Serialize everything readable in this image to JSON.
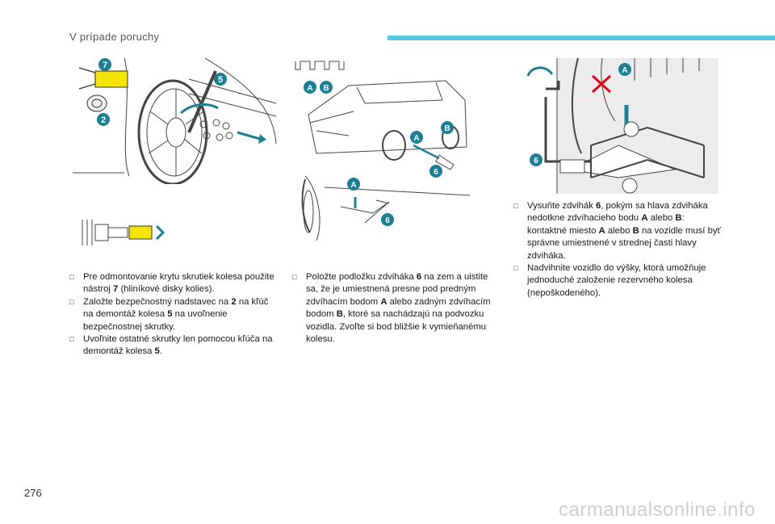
{
  "header": {
    "section_title": "V prípade poruchy",
    "accent_color": "#5bc6e0"
  },
  "page": {
    "number": "276"
  },
  "watermark": "carmanualsonline.info",
  "callouts": {
    "seven": "7",
    "five": "5",
    "two": "2",
    "six": "6",
    "a": "A",
    "b": "B"
  },
  "callout_color": "#1e7f94",
  "columns": [
    {
      "items": [
        [
          {
            "t": "Pre odmontovanie krytu skrutiek kolesa použite nástroj "
          },
          {
            "t": "7",
            "b": true
          },
          {
            "t": " (hliníkové disky kolies)."
          }
        ],
        [
          {
            "t": "Založte bezpečnostný nadstavec na "
          },
          {
            "t": "2",
            "b": true
          },
          {
            "t": " na kľúč na demontáž kolesa "
          },
          {
            "t": "5",
            "b": true
          },
          {
            "t": " na uvoľnenie bezpečnostnej skrutky."
          }
        ],
        [
          {
            "t": "Uvoľnite ostatné skrutky len pomocou kľúča na demontáž kolesa "
          },
          {
            "t": "5",
            "b": true
          },
          {
            "t": "."
          }
        ]
      ]
    },
    {
      "items": [
        [
          {
            "t": "Položte podložku zdviháka "
          },
          {
            "t": "6",
            "b": true
          },
          {
            "t": " na zem a uistite sa, že je umiestnená presne pod predným zdvíhacím bodom "
          },
          {
            "t": "A",
            "b": true
          },
          {
            "t": " alebo zadným zdvíhacím bodom "
          },
          {
            "t": "B",
            "b": true
          },
          {
            "t": ", ktoré sa nachádzajú na podvozku vozidla. Zvoľte si bod bližšie k vymieňanému kolesu."
          }
        ]
      ]
    },
    {
      "items": [
        [
          {
            "t": "Vysuňte zdvihák "
          },
          {
            "t": "6",
            "b": true
          },
          {
            "t": ", pokým sa hlava zdviháka nedotkne zdvíhacieho bodu "
          },
          {
            "t": "A",
            "b": true
          },
          {
            "t": " alebo "
          },
          {
            "t": "B",
            "b": true
          },
          {
            "t": ": kontaktné miesto "
          },
          {
            "t": "A",
            "b": true
          },
          {
            "t": " alebo "
          },
          {
            "t": "B",
            "b": true
          },
          {
            "t": " na vozidle musí byť správne umiestnené v strednej časti hlavy zdviháka."
          }
        ],
        [
          {
            "t": "Nadvihnite vozidlo do výšky, ktorá umožňuje jednoduché založenie rezervného kolesa (nepoškodeného)."
          }
        ]
      ]
    }
  ]
}
